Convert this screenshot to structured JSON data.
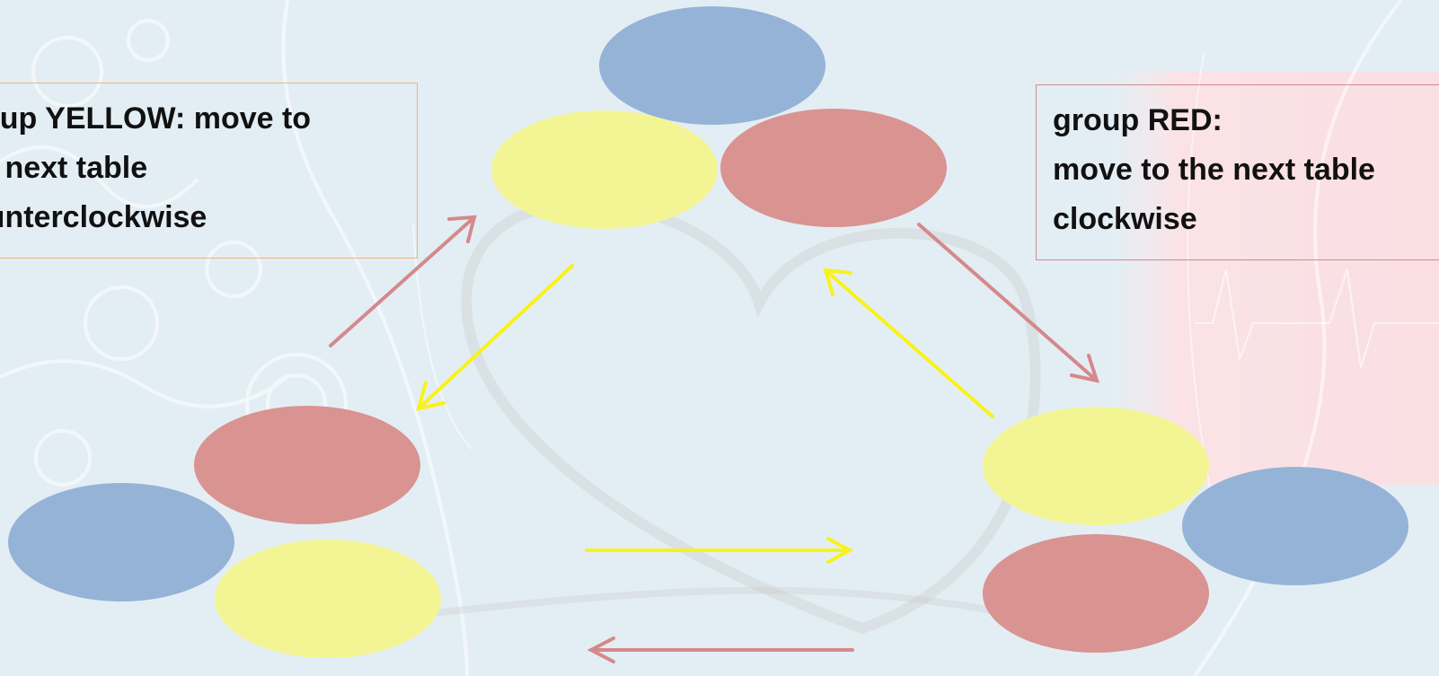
{
  "groups": {
    "yellow": {
      "lines": [
        "group YELLOW: move to",
        "the next table",
        "counterclockwise"
      ],
      "color": "#f3f594"
    },
    "red": {
      "lines": [
        "group RED:",
        "move to the next table",
        "clockwise"
      ],
      "color": "#d99391"
    },
    "blue": {
      "color": "#95b3d7"
    }
  },
  "arrows": {
    "yellow_color": "#f8f21a",
    "red_color": "#d5898a"
  }
}
